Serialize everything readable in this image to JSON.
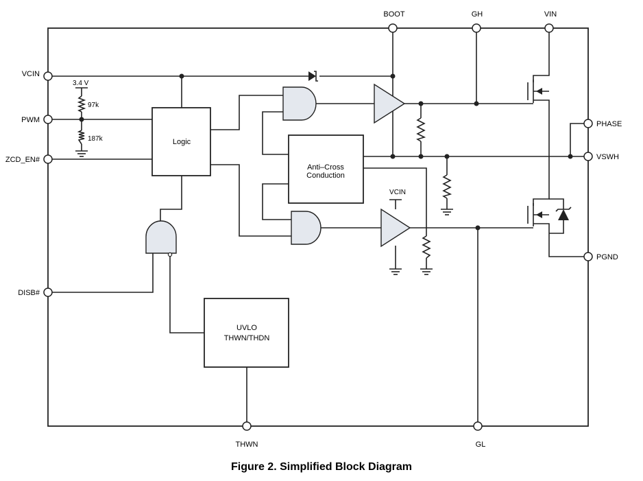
{
  "pins": {
    "boot": "BOOT",
    "gh": "GH",
    "vin": "VIN",
    "vcin": "VCIN",
    "pwm": "PWM",
    "zcd_en": "ZCD_EN#",
    "disb": "DISB#",
    "phase": "PHASE",
    "vswh": "VSWH",
    "pgnd": "PGND",
    "thwn": "THWN",
    "gl": "GL"
  },
  "labels": {
    "v34": "3.4 V",
    "r97k": "97k",
    "r187k": "187k",
    "vcin_inner": "VCIN"
  },
  "blocks": {
    "logic": "Logic",
    "anticross_1": "Anti–Cross",
    "anticross_2": "Conduction",
    "uvlo_1": "UVLO",
    "uvlo_2": "THWN/THDN"
  },
  "caption": "Figure 2. Simplified Block Diagram",
  "colors": {
    "line": "#222222",
    "gate_fill": "#e4e8ee"
  }
}
